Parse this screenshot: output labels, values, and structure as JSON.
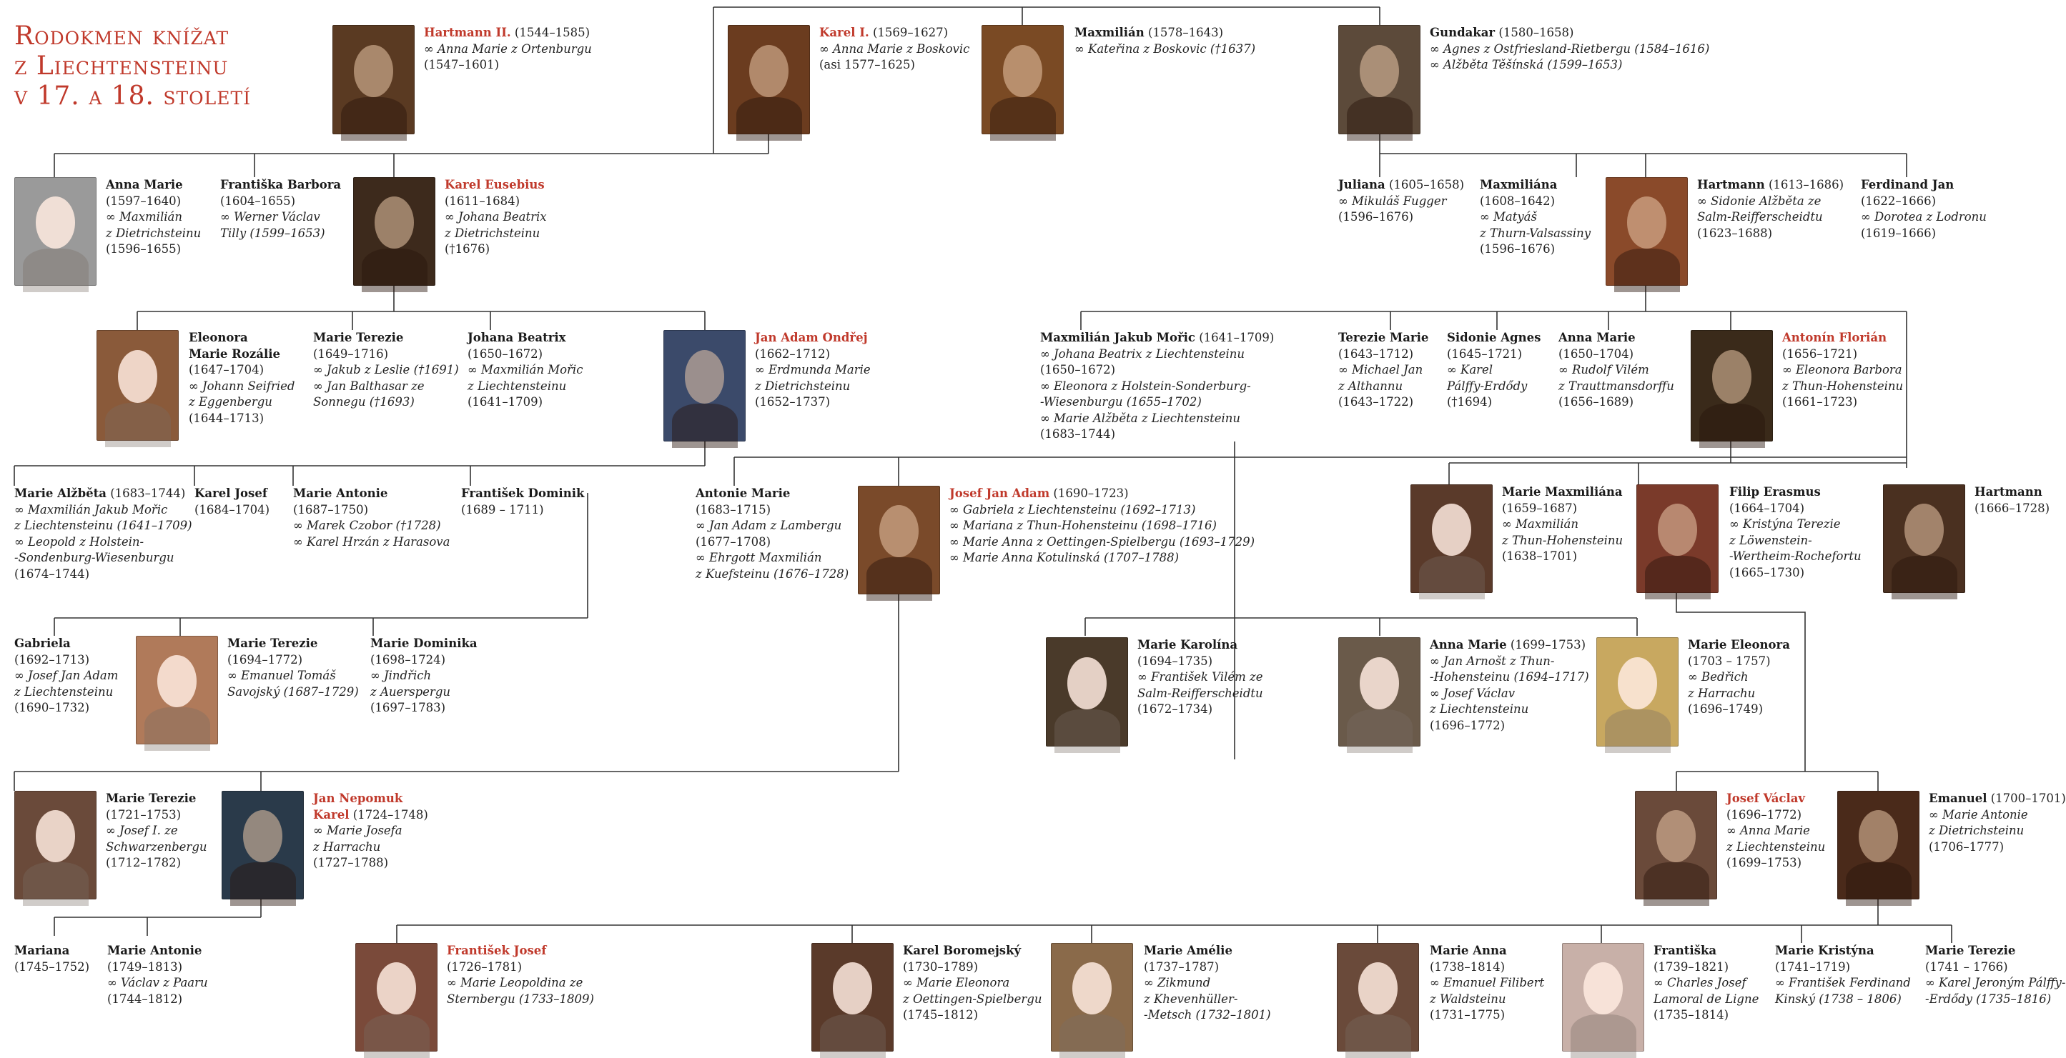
{
  "title": {
    "lines": [
      "Rodokmen knížat",
      "z Liechtensteinu",
      "v 17. a 18. století"
    ]
  },
  "people": [
    {
      "id": "hartmann2",
      "name": "Hartmann II.",
      "ruler": true,
      "name_rest": " (1544–1585)",
      "lines": [
        {
          "t": "∞ Anna Marie z Ortenburgu",
          "i": true
        },
        {
          "t": "(1547–1601)",
          "i": false
        }
      ]
    },
    {
      "id": "karel1",
      "name": "Karel I.",
      "ruler": true,
      "name_rest": " (1569–1627)",
      "lines": [
        {
          "t": "∞ Anna Marie z Boskovic",
          "i": true
        },
        {
          "t": "(asi 1577–1625)",
          "i": false
        }
      ]
    },
    {
      "id": "maxmilian",
      "name": "Maxmilián",
      "ruler": false,
      "name_rest": " (1578–1643)",
      "lines": [
        {
          "t": "∞ Kateřina z Boskovic (†1637)",
          "i": true
        }
      ]
    },
    {
      "id": "gundakar",
      "name": "Gundakar",
      "ruler": false,
      "name_rest": " (1580–1658)",
      "lines": [
        {
          "t": "∞ Agnes z Ostfriesland-Rietbergu (1584–1616)",
          "i": true
        },
        {
          "t": "∞ Alžběta Těšínská (1599–1653)",
          "i": true
        }
      ]
    },
    {
      "id": "annamarie1",
      "name": "Anna Marie",
      "ruler": false,
      "name_rest": "",
      "lines": [
        {
          "t": "(1597–1640)",
          "i": false
        },
        {
          "t": "∞ Maxmilián",
          "i": true
        },
        {
          "t": "z Dietrichsteinu",
          "i": true
        },
        {
          "t": "(1596–1655)",
          "i": false
        }
      ]
    },
    {
      "id": "frantiskabarbora",
      "name": "Františka Barbora",
      "ruler": false,
      "name_rest": "",
      "lines": [
        {
          "t": "(1604–1655)",
          "i": false
        },
        {
          "t": "∞ Werner Václav",
          "i": true
        },
        {
          "t": "Tilly (1599–1653)",
          "i": true
        }
      ]
    },
    {
      "id": "kareleusebius",
      "name": "Karel Eusebius",
      "ruler": true,
      "name_rest": "",
      "lines": [
        {
          "t": "(1611–1684)",
          "i": false
        },
        {
          "t": "∞ Johana Beatrix",
          "i": true
        },
        {
          "t": "z Dietrichsteinu",
          "i": true
        },
        {
          "t": "(†1676)",
          "i": false
        }
      ]
    },
    {
      "id": "juliana",
      "name": "Juliana",
      "ruler": false,
      "name_rest": " (1605–1658)",
      "lines": [
        {
          "t": "∞ Mikuláš Fugger",
          "i": true
        },
        {
          "t": "(1596–1676)",
          "i": false
        }
      ]
    },
    {
      "id": "maxmiliana",
      "name": "Maxmiliána",
      "ruler": false,
      "name_rest": "",
      "lines": [
        {
          "t": "(1608–1642)",
          "i": false
        },
        {
          "t": "∞ Matyáš",
          "i": true
        },
        {
          "t": "z Thurn-Valsassiny",
          "i": true
        },
        {
          "t": "(1596–1676)",
          "i": false
        }
      ]
    },
    {
      "id": "hartmann1613",
      "name": "Hartmann",
      "ruler": false,
      "name_rest": " (1613–1686)",
      "lines": [
        {
          "t": "∞ Sidonie Alžběta ze",
          "i": true
        },
        {
          "t": "Salm-Reifferscheidtu",
          "i": true
        },
        {
          "t": "(1623–1688)",
          "i": false
        }
      ]
    },
    {
      "id": "ferdinandjan",
      "name": "Ferdinand Jan",
      "ruler": false,
      "name_rest": "",
      "lines": [
        {
          "t": "(1622–1666)",
          "i": false
        },
        {
          "t": "∞ Dorotea z Lodronu",
          "i": true
        },
        {
          "t": "(1619–1666)",
          "i": false
        }
      ]
    },
    {
      "id": "eleonora",
      "name": "Eleonora",
      "ruler": false,
      "name_rest": "",
      "lines": [
        {
          "t": "Marie Rozálie",
          "i": false,
          "b": true
        },
        {
          "t": "(1647–1704)",
          "i": false
        },
        {
          "t": "∞ Johann Seifried",
          "i": true
        },
        {
          "t": "z Eggenbergu",
          "i": true
        },
        {
          "t": "(1644–1713)",
          "i": false
        }
      ]
    },
    {
      "id": "marieterezie1649",
      "name": "Marie Terezie",
      "ruler": false,
      "name_rest": "",
      "lines": [
        {
          "t": "(1649–1716)",
          "i": false
        },
        {
          "t": "∞ Jakub z Leslie (†1691)",
          "i": true
        },
        {
          "t": "∞ Jan Balthasar ze",
          "i": true
        },
        {
          "t": "Sonnegu (†1693)",
          "i": true
        }
      ]
    },
    {
      "id": "johanabeatrix",
      "name": "Johana Beatrix",
      "ruler": false,
      "name_rest": "",
      "lines": [
        {
          "t": "(1650–1672)",
          "i": false
        },
        {
          "t": "∞ Maxmilián Mořic",
          "i": true
        },
        {
          "t": "z Liechtensteinu",
          "i": true
        },
        {
          "t": "(1641–1709)",
          "i": false
        }
      ]
    },
    {
      "id": "janadamondrej",
      "name": "Jan Adam Ondřej",
      "ruler": true,
      "name_rest": "",
      "lines": [
        {
          "t": "(1662–1712)",
          "i": false
        },
        {
          "t": "∞ Erdmunda Marie",
          "i": true
        },
        {
          "t": "z Dietrichsteinu",
          "i": true
        },
        {
          "t": "(1652–1737)",
          "i": false
        }
      ]
    },
    {
      "id": "maxjakubmoric",
      "name": "Maxmilián Jakub Mořic",
      "ruler": false,
      "name_rest": " (1641–1709)",
      "lines": [
        {
          "t": "∞ Johana Beatrix z Liechtensteinu",
          "i": true
        },
        {
          "t": "(1650–1672)",
          "i": false
        },
        {
          "t": "∞ Eleonora z Holstein-Sonderburg-",
          "i": true
        },
        {
          "t": "-Wiesenburgu (1655–1702)",
          "i": true
        },
        {
          "t": "∞ Marie Alžběta z Liechtensteinu",
          "i": true
        },
        {
          "t": "(1683–1744)",
          "i": false
        }
      ]
    },
    {
      "id": "tereziemarie",
      "name": "Terezie Marie",
      "ruler": false,
      "name_rest": "",
      "lines": [
        {
          "t": "(1643–1712)",
          "i": false
        },
        {
          "t": "∞ Michael Jan",
          "i": true
        },
        {
          "t": "z Althannu",
          "i": true
        },
        {
          "t": "(1643–1722)",
          "i": false
        }
      ]
    },
    {
      "id": "sidonieagnes",
      "name": "Sidonie Agnes",
      "ruler": false,
      "name_rest": "",
      "lines": [
        {
          "t": "(1645–1721)",
          "i": false
        },
        {
          "t": "∞ Karel",
          "i": true
        },
        {
          "t": "Pálffy-Erdődy",
          "i": true
        },
        {
          "t": "(†1694)",
          "i": false
        }
      ]
    },
    {
      "id": "annamarie1650",
      "name": "Anna Marie",
      "ruler": false,
      "name_rest": "",
      "lines": [
        {
          "t": "(1650–1704)",
          "i": false
        },
        {
          "t": "∞ Rudolf Vilém",
          "i": true
        },
        {
          "t": "z Trauttmansdorffu",
          "i": true
        },
        {
          "t": "(1656–1689)",
          "i": false
        }
      ]
    },
    {
      "id": "antoninflorian",
      "name": "Antonín Florián",
      "ruler": true,
      "name_rest": "",
      "lines": [
        {
          "t": "(1656–1721)",
          "i": false
        },
        {
          "t": "∞ Eleonora Barbora",
          "i": true
        },
        {
          "t": "z Thun-Hohensteinu",
          "i": true
        },
        {
          "t": "(1661–1723)",
          "i": false
        }
      ]
    },
    {
      "id": "mariealzbeta",
      "name": "Marie Alžběta",
      "ruler": false,
      "name_rest": " (1683–1744)",
      "lines": [
        {
          "t": "∞ Maxmilián Jakub Mořic",
          "i": true
        },
        {
          "t": "z Liechtensteinu (1641–1709)",
          "i": true
        },
        {
          "t": "∞ Leopold z Holstein-",
          "i": true
        },
        {
          "t": "-Sondenburg-Wiesenburgu",
          "i": true
        },
        {
          "t": "(1674–1744)",
          "i": false
        }
      ]
    },
    {
      "id": "kareljosef",
      "name": "Karel Josef",
      "ruler": false,
      "name_rest": "",
      "lines": [
        {
          "t": "(1684–1704)",
          "i": false
        }
      ]
    },
    {
      "id": "marieantonie1687",
      "name": "Marie Antonie",
      "ruler": false,
      "name_rest": "",
      "lines": [
        {
          "t": "(1687–1750)",
          "i": false
        },
        {
          "t": "∞ Marek Czobor (†1728)",
          "i": true
        },
        {
          "t": "∞ Karel Hrzán z Harasova",
          "i": true
        }
      ]
    },
    {
      "id": "frantisekdominik",
      "name": "František Dominik",
      "ruler": false,
      "name_rest": "",
      "lines": [
        {
          "t": "(1689 – 1711)",
          "i": false
        }
      ]
    },
    {
      "id": "antoniemarie",
      "name": "Antonie Marie",
      "ruler": false,
      "name_rest": "",
      "lines": [
        {
          "t": "(1683–1715)",
          "i": false
        },
        {
          "t": "∞ Jan Adam z Lambergu",
          "i": true
        },
        {
          "t": "(1677–1708)",
          "i": false
        },
        {
          "t": "∞ Ehrgott Maxmilián",
          "i": true
        },
        {
          "t": "z Kuefsteinu (1676–1728)",
          "i": true
        }
      ]
    },
    {
      "id": "josefjanadam",
      "name": "Josef Jan Adam",
      "ruler": true,
      "name_rest": " (1690–1723)",
      "lines": [
        {
          "t": "∞ Gabriela z Liechtensteinu (1692–1713)",
          "i": true
        },
        {
          "t": "∞ Mariana z Thun-Hohensteinu (1698–1716)",
          "i": true
        },
        {
          "t": "∞ Marie Anna z Oettingen-Spielbergu (1693–1729)",
          "i": true
        },
        {
          "t": "∞ Marie Anna Kotulinská (1707–1788)",
          "i": true
        }
      ]
    },
    {
      "id": "mariemaxmiliana",
      "name": "Marie Maxmiliána",
      "ruler": false,
      "name_rest": "",
      "lines": [
        {
          "t": "(1659–1687)",
          "i": false
        },
        {
          "t": "∞ Maxmilián",
          "i": true
        },
        {
          "t": "z Thun-Hohensteinu",
          "i": true
        },
        {
          "t": "(1638–1701)",
          "i": false
        }
      ]
    },
    {
      "id": "filiperasmus",
      "name": "Filip Erasmus",
      "ruler": false,
      "name_rest": "",
      "lines": [
        {
          "t": "(1664–1704)",
          "i": false
        },
        {
          "t": "∞ Kristýna Terezie",
          "i": true
        },
        {
          "t": "z Löwenstein-",
          "i": true
        },
        {
          "t": "-Wertheim-Rochefortu",
          "i": true
        },
        {
          "t": "(1665–1730)",
          "i": false
        }
      ]
    },
    {
      "id": "hartmann1666",
      "name": "Hartmann",
      "ruler": false,
      "name_rest": "",
      "lines": [
        {
          "t": "(1666–1728)",
          "i": false
        }
      ]
    },
    {
      "id": "gabriela",
      "name": "Gabriela",
      "ruler": false,
      "name_rest": "",
      "lines": [
        {
          "t": "(1692–1713)",
          "i": false
        },
        {
          "t": "∞ Josef Jan Adam",
          "i": true
        },
        {
          "t": "z Liechtensteinu",
          "i": true
        },
        {
          "t": "(1690–1732)",
          "i": false
        }
      ]
    },
    {
      "id": "marieterezie1694",
      "name": "Marie Terezie",
      "ruler": false,
      "name_rest": "",
      "lines": [
        {
          "t": "(1694–1772)",
          "i": false
        },
        {
          "t": "∞ Emanuel Tomáš",
          "i": true
        },
        {
          "t": "Savojský (1687–1729)",
          "i": true
        }
      ]
    },
    {
      "id": "mariedominika",
      "name": "Marie Dominika",
      "ruler": false,
      "name_rest": "",
      "lines": [
        {
          "t": "(1698–1724)",
          "i": false
        },
        {
          "t": "∞ Jindřich",
          "i": true
        },
        {
          "t": "z Auerspergu",
          "i": true
        },
        {
          "t": "(1697–1783)",
          "i": false
        }
      ]
    },
    {
      "id": "mariekarolina",
      "name": "Marie Karolína",
      "ruler": false,
      "name_rest": "",
      "lines": [
        {
          "t": "(1694–1735)",
          "i": false
        },
        {
          "t": "∞ František Vilém ze",
          "i": true
        },
        {
          "t": "Salm-Reifferscheidtu",
          "i": true
        },
        {
          "t": "(1672–1734)",
          "i": false
        }
      ]
    },
    {
      "id": "annamarie1699",
      "name": "Anna Marie",
      "ruler": false,
      "name_rest": " (1699–1753)",
      "lines": [
        {
          "t": "∞ Jan Arnošt z Thun-",
          "i": true
        },
        {
          "t": "-Hohensteinu (1694–1717)",
          "i": true
        },
        {
          "t": "∞ Josef Václav",
          "i": true
        },
        {
          "t": "z Liechtensteinu",
          "i": true
        },
        {
          "t": "(1696–1772)",
          "i": false
        }
      ]
    },
    {
      "id": "marieeleonora",
      "name": "Marie Eleonora",
      "ruler": false,
      "name_rest": "",
      "lines": [
        {
          "t": "(1703 – 1757)",
          "i": false
        },
        {
          "t": "∞ Bedřich",
          "i": true
        },
        {
          "t": "z Harrachu",
          "i": true
        },
        {
          "t": "(1696–1749)",
          "i": false
        }
      ]
    },
    {
      "id": "marieterezie1721",
      "name": "Marie Terezie",
      "ruler": false,
      "name_rest": "",
      "lines": [
        {
          "t": "(1721–1753)",
          "i": false
        },
        {
          "t": "∞ Josef I. ze",
          "i": true
        },
        {
          "t": "Schwarzenbergu",
          "i": true
        },
        {
          "t": "(1712–1782)",
          "i": false
        }
      ]
    },
    {
      "id": "jannepomuk",
      "name": "Jan Nepomuk",
      "ruler": true,
      "name_rest": "",
      "lines": [
        {
          "t": "Karel",
          "i": false,
          "r": true,
          "rest": " (1724–1748)"
        },
        {
          "t": "∞ Marie Josefa",
          "i": true
        },
        {
          "t": "z Harrachu",
          "i": true
        },
        {
          "t": "(1727–1788)",
          "i": false
        }
      ]
    },
    {
      "id": "josefvaclav",
      "name": "Josef Václav",
      "ruler": true,
      "name_rest": "",
      "lines": [
        {
          "t": "(1696–1772)",
          "i": false
        },
        {
          "t": "∞ Anna Marie",
          "i": true
        },
        {
          "t": "z Liechtensteinu",
          "i": true
        },
        {
          "t": "(1699–1753)",
          "i": false
        }
      ]
    },
    {
      "id": "emanuel",
      "name": "Emanuel",
      "ruler": false,
      "name_rest": " (1700–1701)",
      "lines": [
        {
          "t": "∞ Marie Antonie",
          "i": true
        },
        {
          "t": "z Dietrichsteinu",
          "i": true
        },
        {
          "t": "(1706–1777)",
          "i": false
        }
      ]
    },
    {
      "id": "mariana",
      "name": "Mariana",
      "ruler": false,
      "name_rest": "",
      "lines": [
        {
          "t": "(1745–1752)",
          "i": false
        }
      ]
    },
    {
      "id": "marieantonie1749",
      "name": "Marie Antonie",
      "ruler": false,
      "name_rest": "",
      "lines": [
        {
          "t": "(1749–1813)",
          "i": false
        },
        {
          "t": "∞ Václav z Paaru",
          "i": true
        },
        {
          "t": "(1744–1812)",
          "i": false
        }
      ]
    },
    {
      "id": "frantisekjosef",
      "name": "František Josef",
      "ruler": true,
      "name_rest": "",
      "lines": [
        {
          "t": "(1726–1781)",
          "i": false
        },
        {
          "t": "∞ Marie Leopoldina ze",
          "i": true
        },
        {
          "t": "Sternbergu (1733–1809)",
          "i": true
        }
      ]
    },
    {
      "id": "karelboromejsky",
      "name": "Karel Boromejský",
      "ruler": false,
      "name_rest": "",
      "lines": [
        {
          "t": "(1730–1789)",
          "i": false
        },
        {
          "t": "∞ Marie Eleonora",
          "i": true
        },
        {
          "t": "z Oettingen-Spielbergu",
          "i": true
        },
        {
          "t": "(1745–1812)",
          "i": false
        }
      ]
    },
    {
      "id": "marieamelie",
      "name": "Marie Amélie",
      "ruler": false,
      "name_rest": "",
      "lines": [
        {
          "t": "(1737–1787)",
          "i": false
        },
        {
          "t": "∞ Zikmund",
          "i": true
        },
        {
          "t": "z Khevenhüller-",
          "i": true
        },
        {
          "t": "-Metsch (1732–1801)",
          "i": true
        }
      ]
    },
    {
      "id": "mariaanna",
      "name": "Marie Anna",
      "ruler": false,
      "name_rest": "",
      "lines": [
        {
          "t": "(1738–1814)",
          "i": false
        },
        {
          "t": "∞ Emanuel Filibert",
          "i": true
        },
        {
          "t": "z Waldsteinu",
          "i": true
        },
        {
          "t": "(1731–1775)",
          "i": false
        }
      ]
    },
    {
      "id": "frantiska",
      "name": "Františka",
      "ruler": false,
      "name_rest": "",
      "lines": [
        {
          "t": "(1739–1821)",
          "i": false
        },
        {
          "t": "∞ Charles Josef",
          "i": true
        },
        {
          "t": "Lamoral de Ligne",
          "i": true
        },
        {
          "t": "(1735–1814)",
          "i": false
        }
      ]
    },
    {
      "id": "mariekristyna",
      "name": "Marie Kristýna",
      "ruler": false,
      "name_rest": "",
      "lines": [
        {
          "t": "(1741–1719)",
          "i": false
        },
        {
          "t": "∞ František Ferdinand",
          "i": true
        },
        {
          "t": "Kinský (1738 – 1806)",
          "i": true
        }
      ]
    },
    {
      "id": "marieterezie1741",
      "name": "Marie Terezie",
      "ruler": false,
      "name_rest": "",
      "lines": [
        {
          "t": "(1741 – 1766)",
          "i": false
        },
        {
          "t": "∞ Karel Jeroným Pálffy-",
          "i": true
        },
        {
          "t": "-Erdődy (1735–1816)",
          "i": true
        }
      ]
    }
  ]
}
